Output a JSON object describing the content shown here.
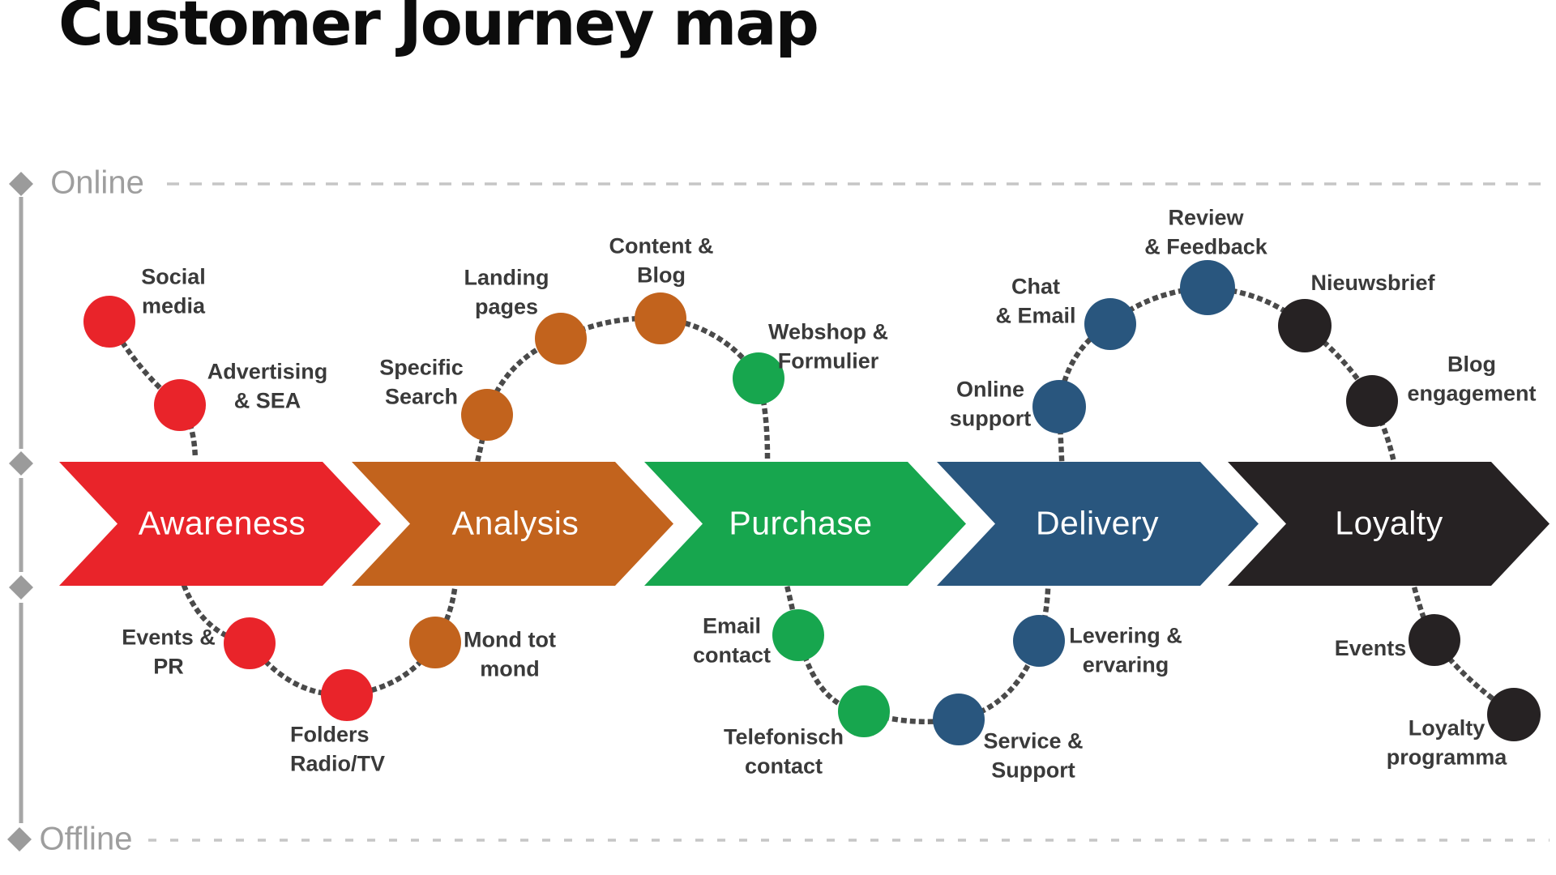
{
  "title": "Customer Journey map",
  "lanes": {
    "online": "Online",
    "offline": "Offline"
  },
  "colors": {
    "awareness_red": "#e9242a",
    "analysis_orange": "#c2631d",
    "purchase_green": "#17a64e",
    "delivery_blue": "#29567e",
    "loyalty_black": "#262223",
    "lane_gray": "#9e9e9e",
    "dotted_path_gray": "#4a4a4a"
  },
  "stages": [
    {
      "label": "Awareness",
      "color": "#e9242a"
    },
    {
      "label": "Analysis",
      "color": "#c2631d"
    },
    {
      "label": "Purchase",
      "color": "#17a64e"
    },
    {
      "label": "Delivery",
      "color": "#29567e"
    },
    {
      "label": "Loyalty",
      "color": "#262223"
    }
  ],
  "touchpoints": {
    "online": [
      {
        "label": "Social\nmedia",
        "stage": "Awareness",
        "color": "#e9242a"
      },
      {
        "label": "Advertising\n& SEA",
        "stage": "Awareness",
        "color": "#e9242a"
      },
      {
        "label": "Specific\nSearch",
        "stage": "Analysis",
        "color": "#c2631d"
      },
      {
        "label": "Landing\npages",
        "stage": "Analysis",
        "color": "#c2631d"
      },
      {
        "label": "Content &\nBlog",
        "stage": "Analysis",
        "color": "#c2631d"
      },
      {
        "label": "Webshop &\nFormulier",
        "stage": "Purchase",
        "color": "#17a64e"
      },
      {
        "label": "Online\nsupport",
        "stage": "Delivery",
        "color": "#29567e"
      },
      {
        "label": "Chat\n& Email",
        "stage": "Delivery",
        "color": "#29567e"
      },
      {
        "label": "Review\n& Feedback",
        "stage": "Delivery",
        "color": "#29567e"
      },
      {
        "label": "Nieuwsbrief",
        "stage": "Loyalty",
        "color": "#262223"
      },
      {
        "label": "Blog\nengagement",
        "stage": "Loyalty",
        "color": "#262223"
      }
    ],
    "offline": [
      {
        "label": "Events &\nPR",
        "stage": "Awareness",
        "color": "#e9242a"
      },
      {
        "label": "Folders\nRadio/TV",
        "stage": "Awareness",
        "color": "#e9242a"
      },
      {
        "label": "Mond tot\nmond",
        "stage": "Analysis",
        "color": "#c2631d"
      },
      {
        "label": "Email\ncontact",
        "stage": "Purchase",
        "color": "#17a64e"
      },
      {
        "label": "Telefonisch\ncontact",
        "stage": "Purchase",
        "color": "#17a64e"
      },
      {
        "label": "Service &\nSupport",
        "stage": "Delivery",
        "color": "#29567e"
      },
      {
        "label": "Levering &\nervaring",
        "stage": "Delivery",
        "color": "#29567e"
      },
      {
        "label": "Events",
        "stage": "Loyalty",
        "color": "#262223"
      },
      {
        "label": "Loyalty\nprogramma",
        "stage": "Loyalty",
        "color": "#262223"
      }
    ]
  }
}
